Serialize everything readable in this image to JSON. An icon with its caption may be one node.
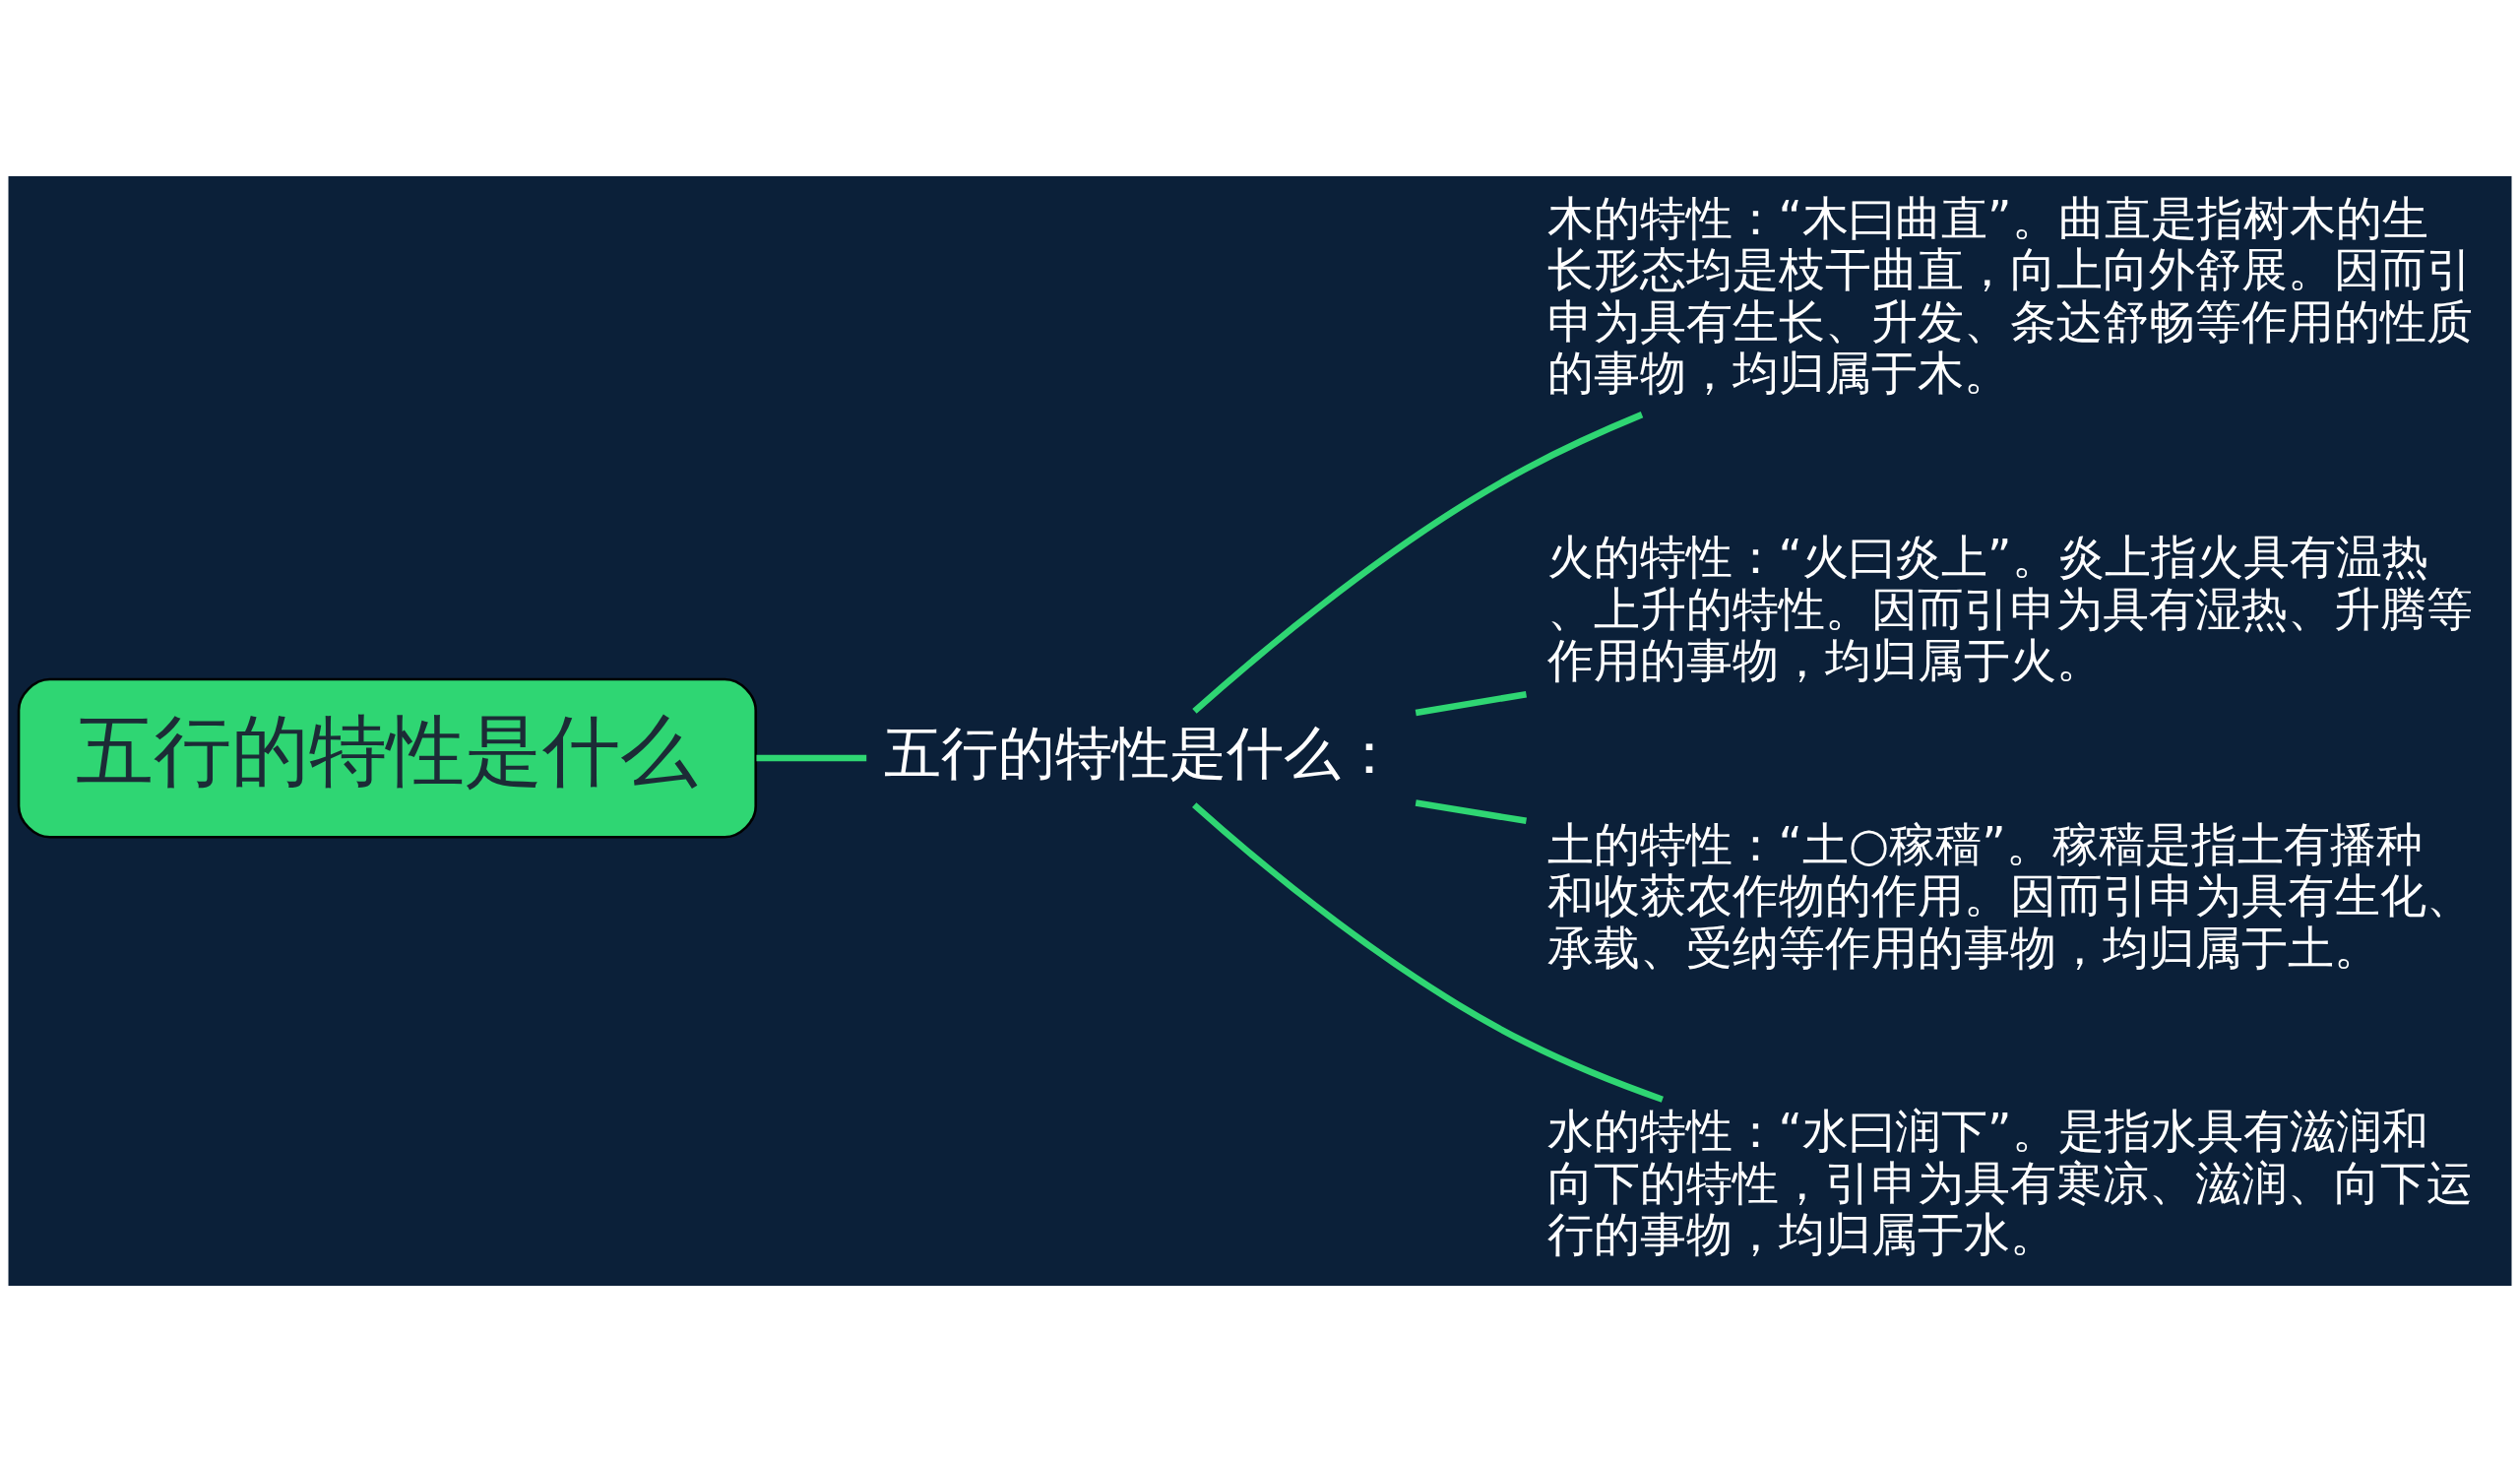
{
  "diagram": {
    "nodes": [
      {
        "text": [
          "五行的特性是什么"
        ]
      },
      {
        "text": [
          "五行的特性是什么："
        ]
      },
      {
        "text": [
          "木的特性：“木曰曲直”。曲直是指树木的生长形态均是枝干曲直，向上向外舒展。因而引申为具有生长、升发、条达舒畅等作用的性质的事物，均归属于木。"
        ]
      },
      {
        "text": [
          "火的特性：“火曰炎上”。炎上指火具有温热、上升的特性。因而引申为具有湿热、升腾等作用的事物，均归属于火。"
        ]
      },
      {
        "text": [
          "土的特性：“土○稼穑”。稼穑是指土有播种和收获农作物的作用。因而引申为具有生化、承载、受纳等作用的事物，均归属于土。"
        ]
      },
      {
        "text": [
          "水的特性：“水曰润下”。是指水具有滋润和向下的特性，引申为具有寒凉、滋润、向下运行的事物，均归属于水。"
        ]
      }
    ],
    "edges": [
      {
        "from": 0,
        "to": 1,
        "arrow": "none"
      },
      {
        "from": 1,
        "to": 2,
        "arrow": "none"
      },
      {
        "from": 1,
        "to": 3,
        "arrow": "none"
      },
      {
        "from": 1,
        "to": 4,
        "arrow": "none"
      },
      {
        "from": 1,
        "to": 5,
        "arrow": "none"
      }
    ]
  }
}
